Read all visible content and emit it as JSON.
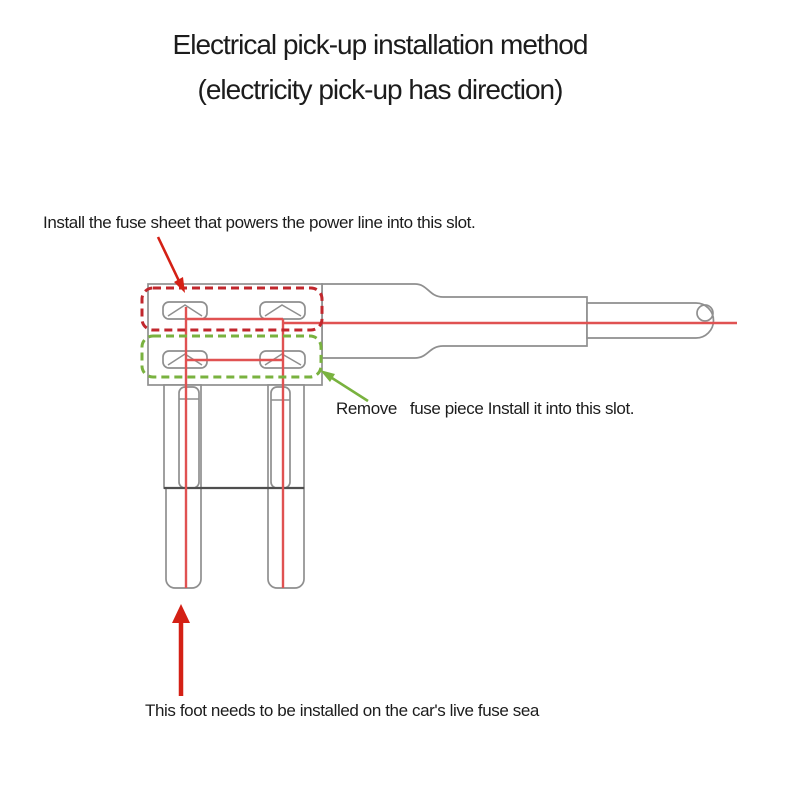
{
  "title": {
    "line1": "Electrical pick-up installation method",
    "line2": "(electricity pick-up has direction)"
  },
  "annotations": {
    "upper_slot": "Install the fuse sheet that powers the power line into this slot.",
    "lower_slot": "Remove   fuse piece Install it into this slot.",
    "foot": "This foot needs to be installed on the car's live fuse sea"
  },
  "colors": {
    "text_color": "#1c1c1c",
    "outline_gray": "#8f8f8f",
    "dark_line": "#4f4f4f",
    "wire_red": "#e05252",
    "red_dashed_box": "#c1272d",
    "green_dashed_box": "#79b23f",
    "arrow_red": "#d42015"
  }
}
